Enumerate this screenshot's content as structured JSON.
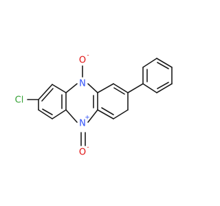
{
  "molecule": {
    "atoms": {
      "chlorine": {
        "label": "Cl",
        "color": "#33a033"
      },
      "nitrogen_top": {
        "label": "N",
        "color": "#3050f8"
      },
      "nitrogen_bottom": {
        "label": "N",
        "color": "#3050f8",
        "charge": "+"
      },
      "oxygen_top": {
        "label": "O",
        "color": "#e01010",
        "charge": "-"
      },
      "oxygen_bottom": {
        "label": "O",
        "color": "#e01010",
        "charge": "-"
      }
    },
    "bond_color": "#1a1a1a"
  }
}
